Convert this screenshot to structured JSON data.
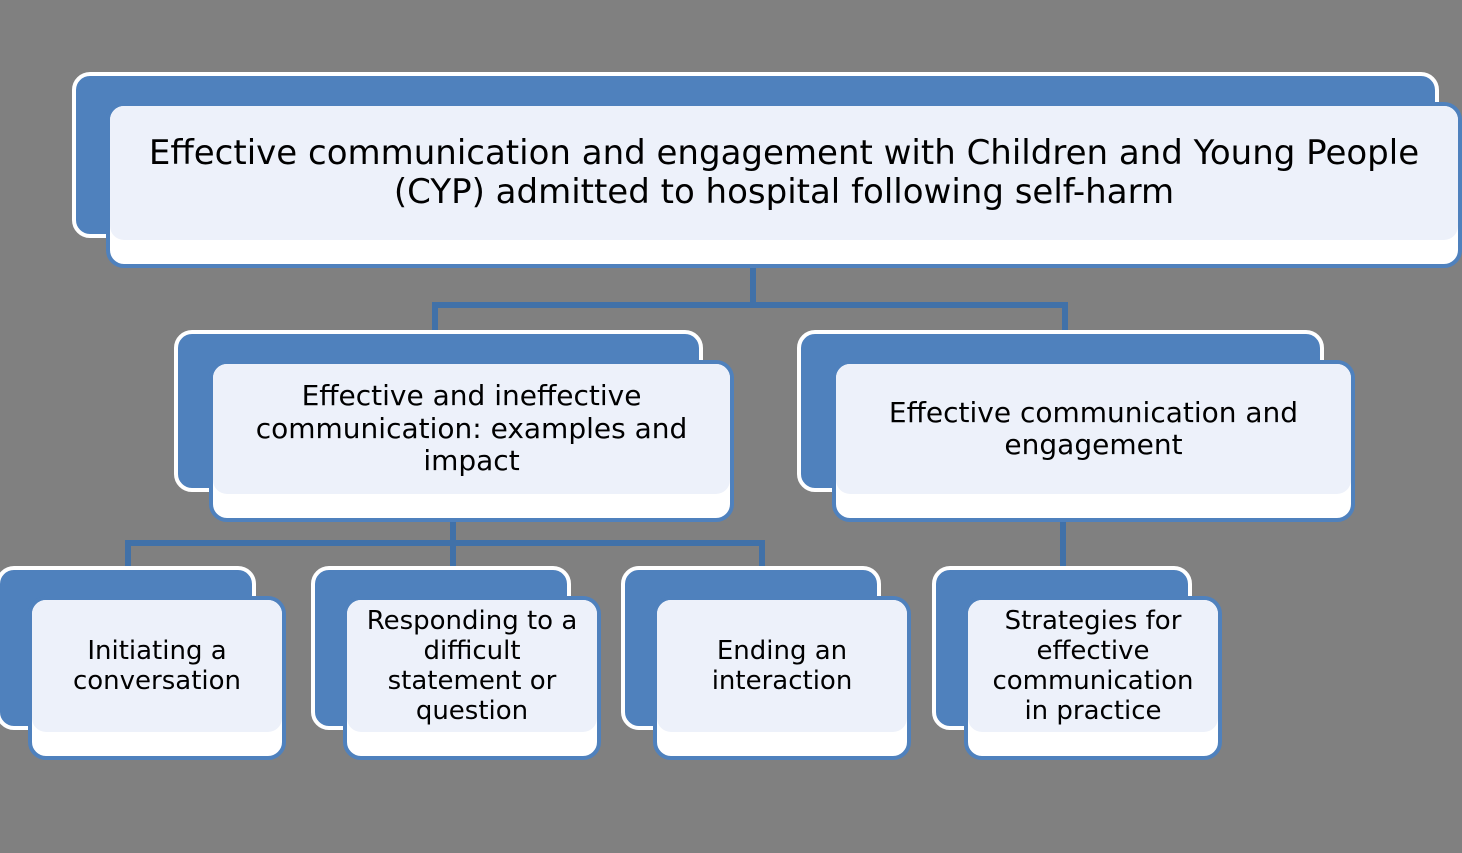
{
  "diagram": {
    "type": "hierarchy-tree",
    "background_color": "#808080",
    "accent_color": "#4F81BD",
    "panel_color": "#EDF1FA",
    "connector_color": "#4171A8",
    "levels": 3,
    "root": {
      "label": "Effective communication and engagement with Children and Young People (CYP) admitted to hospital following self-harm"
    },
    "level2": [
      {
        "label": "Effective and ineffective communication:  examples and impact"
      },
      {
        "label": "Effective communication  and engagement"
      }
    ],
    "level3": [
      {
        "label": "Initiating a conversation"
      },
      {
        "label": "Responding to a difficult statement or question"
      },
      {
        "label": "Ending an interaction"
      },
      {
        "label": "Strategies for effective communication in practice"
      }
    ]
  }
}
